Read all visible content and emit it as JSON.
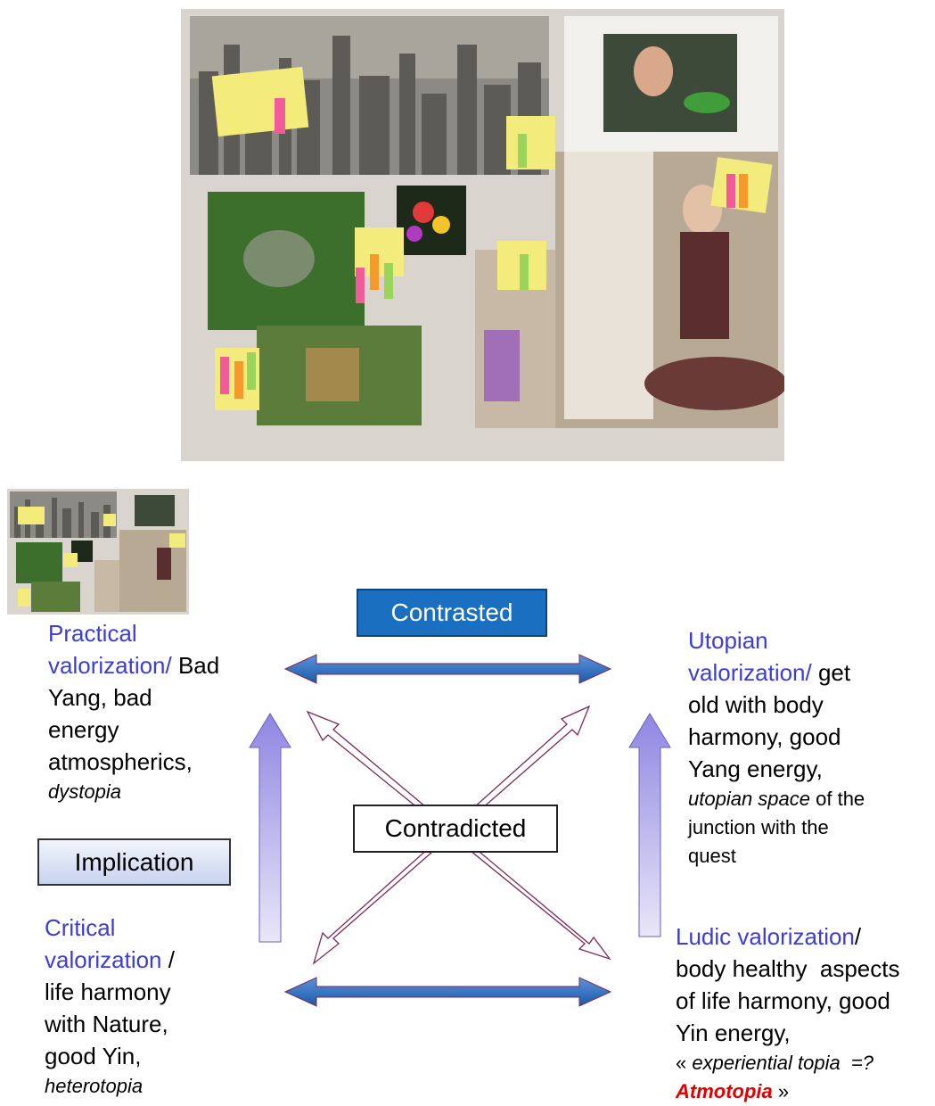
{
  "boxes": {
    "contrasted": "Contrasted",
    "contradicted": "Contradicted",
    "implication": "Implication"
  },
  "quadrants": {
    "practical": {
      "title_line1": "Practical",
      "title_line2": "valorization/",
      "desc1": "Bad",
      "desc2": "Yang, bad",
      "desc3": "energy",
      "desc4": "atmospherics,",
      "italic": "dystopia"
    },
    "utopian": {
      "title_line1": "Utopian",
      "title_line2": "valorization/",
      "desc1": "get",
      "desc2": "old with body",
      "desc3": "harmony, good",
      "desc4": "Yang energy,",
      "italic": "utopian space",
      "small1": "of the",
      "small2": "junction with the",
      "small3": "quest"
    },
    "critical": {
      "title_line1": "Critical",
      "title_line2": "valorization",
      "slash": "/",
      "desc1": "life harmony",
      "desc2": "with Nature,",
      "desc3": "good Yin,",
      "italic": "heterotopia"
    },
    "ludic": {
      "title": "Ludic valorization",
      "slash": "/",
      "desc1": "body healthy  aspects",
      "desc2": "of life harmony, good",
      "desc3": "Yin energy,",
      "quote_open": "«",
      "italic": "experiential topia  =?",
      "red": "Atmotopia",
      "quote_close": "»"
    }
  },
  "colors": {
    "title_blue": "#3c3cd6",
    "contrasted_fill": "#1a6fc0",
    "arrow_blue": "#2b6cc4",
    "arrow_outline": "#7a2a5a",
    "implication_arrow": "#9a90e0",
    "atmotopia_red": "#e00000"
  }
}
